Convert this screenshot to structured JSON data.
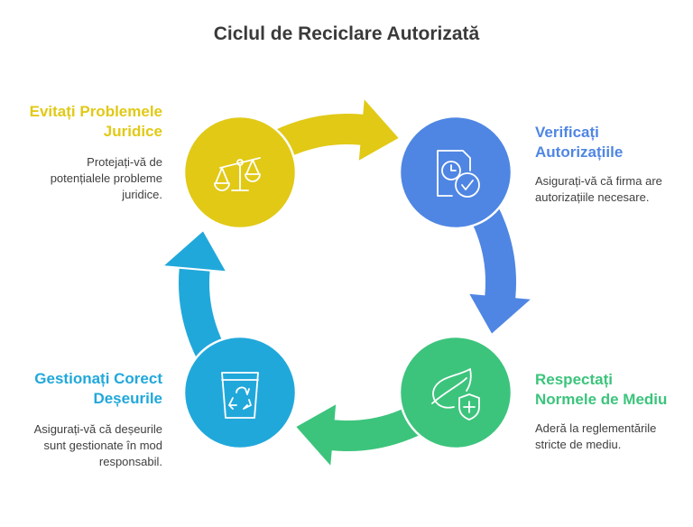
{
  "title": "Ciclul de Reciclare Autorizată",
  "colors": {
    "yellow": "#E1C916",
    "blue": "#4F86E3",
    "green": "#3CC47C",
    "cyan": "#21A8DB",
    "text": "#3f3f3f"
  },
  "steps": [
    {
      "id": "legal",
      "heading_line1": "Evitați Problemele",
      "heading_line2": "Juridice",
      "desc_line1": "Protejați-vă de",
      "desc_line2": "potențialele probleme",
      "desc_line3": "juridice.",
      "icon": "scales-icon",
      "color": "#E1C916"
    },
    {
      "id": "auth",
      "heading_line1": "Verificați",
      "heading_line2": "Autorizațiile",
      "desc_line1": "Asigurați-vă că firma are",
      "desc_line2": "autorizațiile necesare.",
      "icon": "document-clock-check-icon",
      "color": "#4F86E3"
    },
    {
      "id": "env",
      "heading_line1": "Respectați",
      "heading_line2": "Normele de Mediu",
      "desc_line1": "Aderă la reglementările",
      "desc_line2": "stricte de mediu.",
      "icon": "leaf-shield-icon",
      "color": "#3CC47C"
    },
    {
      "id": "waste",
      "heading_line1": "Gestionați Corect",
      "heading_line2": "Deșeurile",
      "desc_line1": "Asigurați-vă că deșeurile",
      "desc_line2": "sunt gestionate în mod",
      "desc_line3": "responsabil.",
      "icon": "recycle-bin-icon",
      "color": "#21A8DB"
    }
  ]
}
